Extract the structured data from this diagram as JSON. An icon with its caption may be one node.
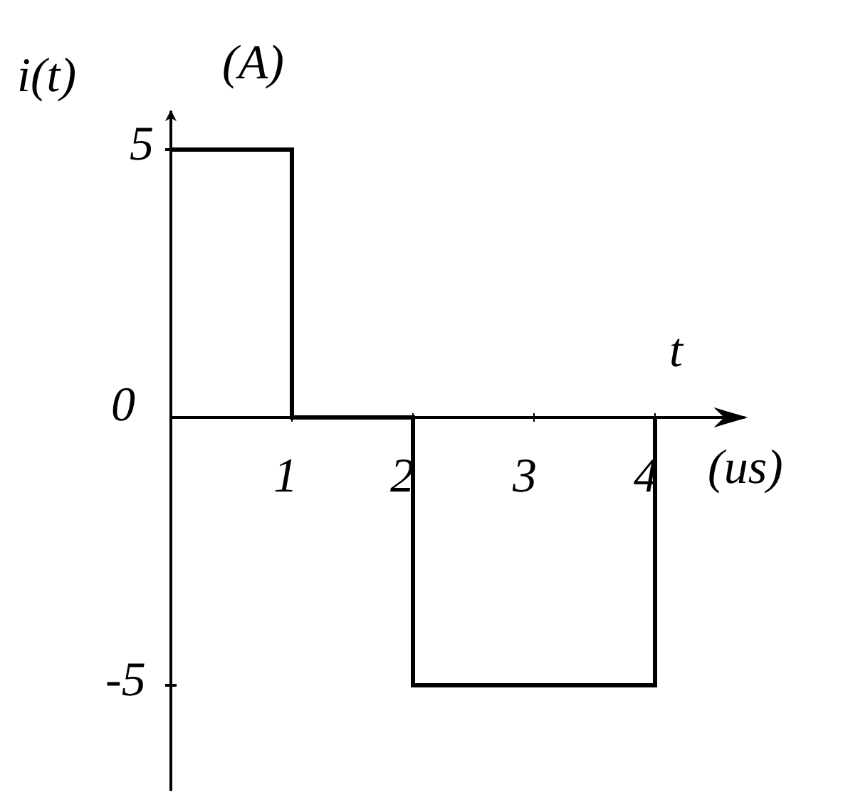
{
  "diagram": {
    "labels": [
      "(A)",
      "(us)"
    ],
    "chart_data": {
      "type": "line",
      "xlabel": "t",
      "ylabel": "i(t)",
      "x": [
        0,
        1,
        1,
        2,
        2,
        4,
        4
      ],
      "values": [
        5,
        5,
        0,
        0,
        -5,
        -5,
        0
      ],
      "xlim": [
        0,
        4.74
      ],
      "ylim": [
        -6.97,
        5.72
      ],
      "xticks": [
        1,
        2,
        3,
        4
      ],
      "yticks": [
        5,
        0,
        -5
      ]
    }
  }
}
